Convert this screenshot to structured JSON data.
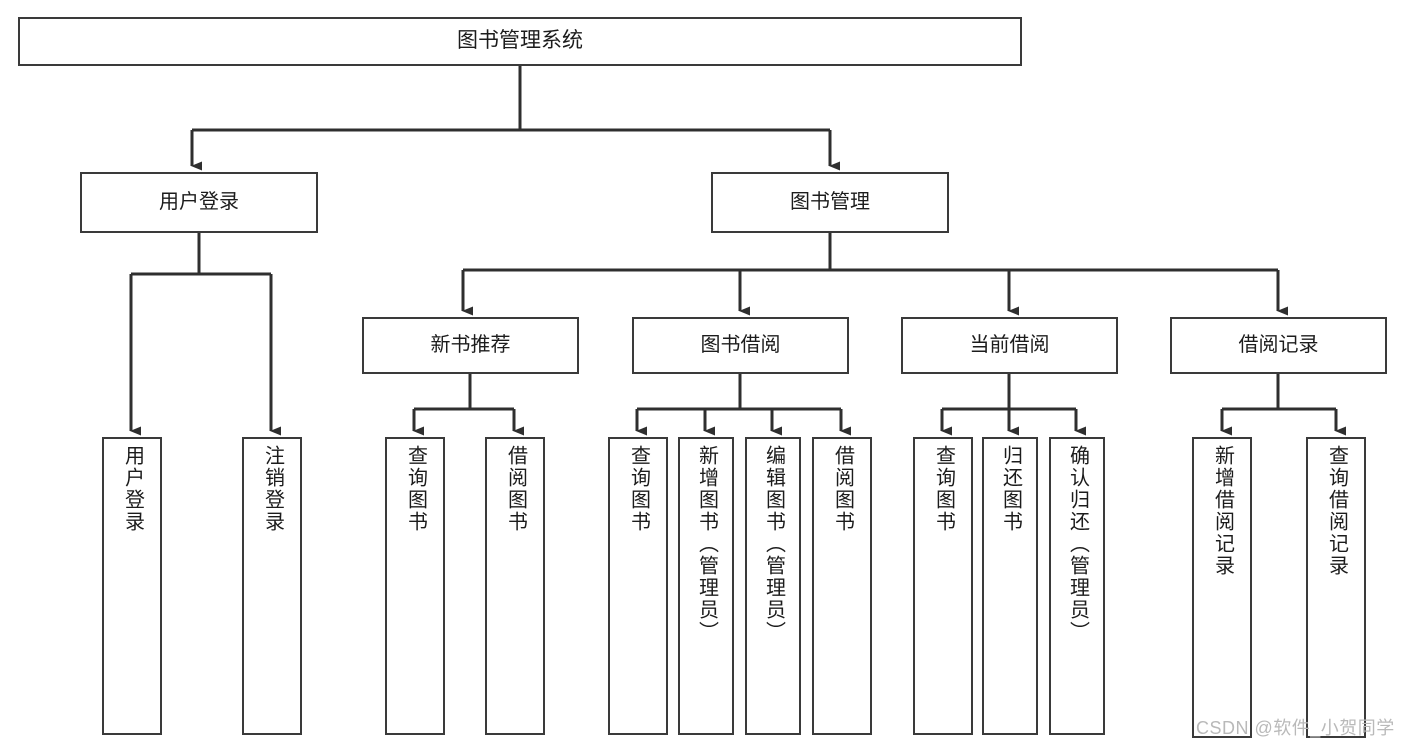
{
  "diagram": {
    "title": "图书管理系统",
    "root": {
      "label": "图书管理系统"
    },
    "level2": [
      {
        "label": "用户登录"
      },
      {
        "label": "图书管理"
      }
    ],
    "level3": [
      {
        "label": "新书推荐"
      },
      {
        "label": "图书借阅"
      },
      {
        "label": "当前借阅"
      },
      {
        "label": "借阅记录"
      }
    ],
    "leaves": {
      "user_login": [
        {
          "label": "用户登录"
        },
        {
          "label": "注销登录"
        }
      ],
      "new_book_recommend": [
        {
          "label": "查询图书"
        },
        {
          "label": "借阅图书"
        }
      ],
      "book_borrow": [
        {
          "label": "查询图书"
        },
        {
          "label": "新增图书（管理员）"
        },
        {
          "label": "编辑图书（管理员）"
        },
        {
          "label": "借阅图书"
        }
      ],
      "current_borrow": [
        {
          "label": "查询图书"
        },
        {
          "label": "归还图书"
        },
        {
          "label": "确认归还（管理员）"
        }
      ],
      "borrow_record": [
        {
          "label": "新增借阅记录"
        },
        {
          "label": "查询借阅记录"
        }
      ]
    }
  },
  "watermark": {
    "text": "CSDN @软件_小贺同学"
  },
  "colors": {
    "border": "#3a3a3a",
    "text": "#1c1c1c",
    "background": "#ffffff",
    "watermark": "#b9b9b9"
  }
}
